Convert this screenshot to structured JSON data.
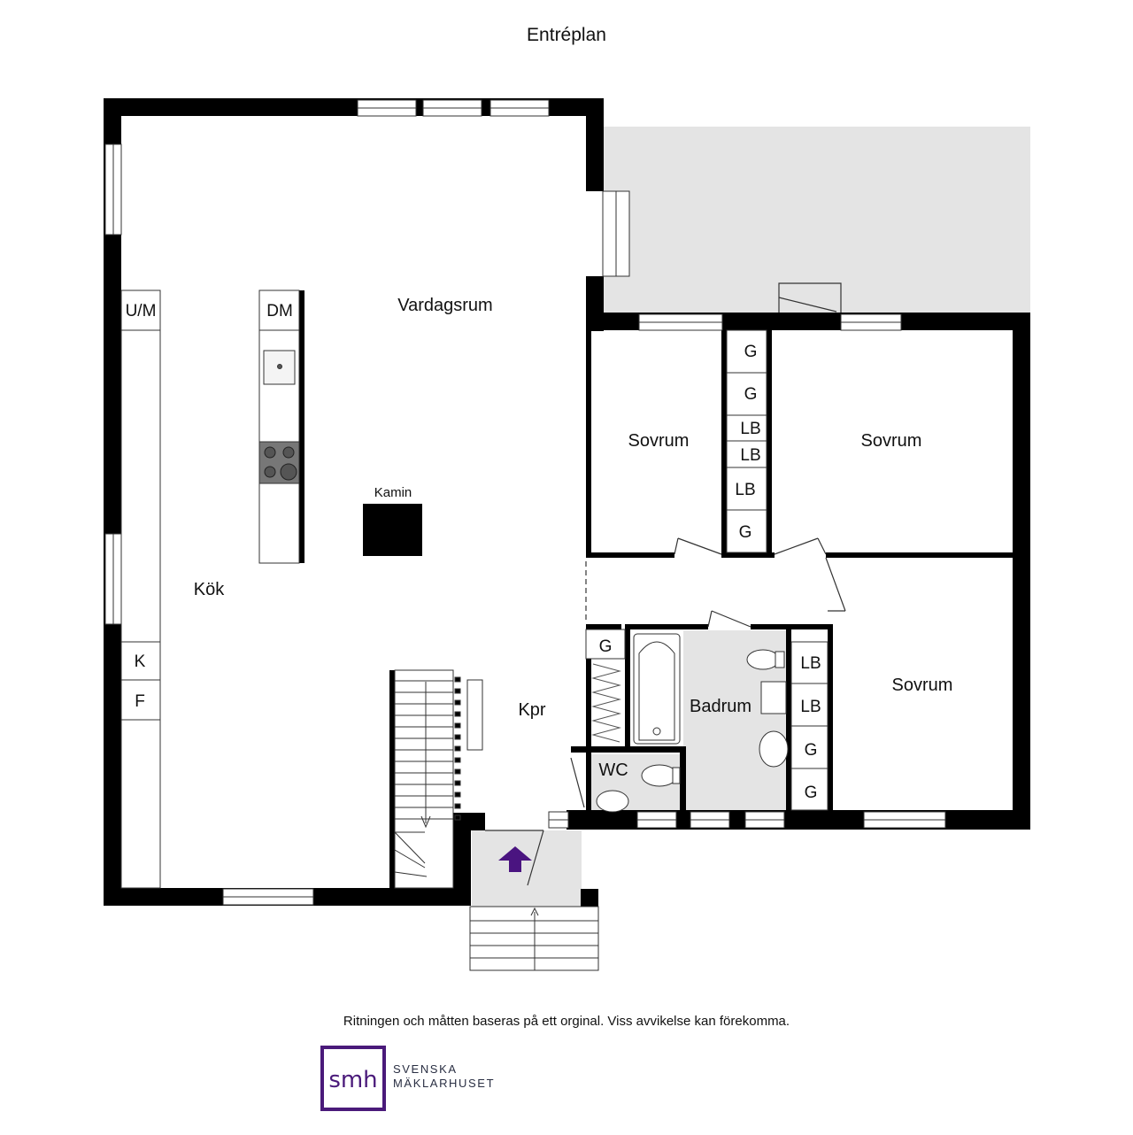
{
  "title": "Entréplan",
  "rooms": {
    "vardagsrum": "Vardagsrum",
    "kok": "Kök",
    "kpr": "Kpr",
    "badrum": "Badrum",
    "wc": "WC",
    "sovrum_1": "Sovrum",
    "sovrum_2": "Sovrum",
    "sovrum_3": "Sovrum",
    "kamin": "Kamin"
  },
  "fixtures": {
    "um": "U/M",
    "dm": "DM",
    "k": "K",
    "f": "F",
    "closet_left": [
      "G",
      "G",
      "LB",
      "LB",
      "LB",
      "G"
    ],
    "hall_closet": "G",
    "closet_right": [
      "LB",
      "LB",
      "G",
      "G"
    ]
  },
  "colors": {
    "wall": "#000000",
    "floor_wet": "#e4e4e4",
    "patio": "#e4e4e4",
    "brand_purple": "#4a1a7a",
    "entry_arrow": "#4a1480"
  },
  "disclaimer": "Ritningen och måtten baseras på ett orginal. Viss avvikelse kan förekomma.",
  "brand": {
    "logo_text": "smh",
    "name_line1": "SVENSKA",
    "name_line2": "MÄKLARHUSET"
  }
}
